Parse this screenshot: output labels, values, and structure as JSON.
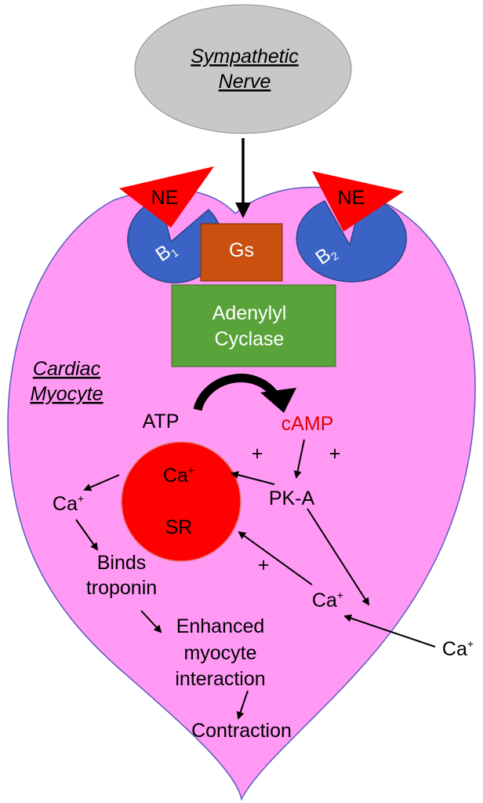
{
  "colors": {
    "heart": "#ff99f4",
    "heart_stroke": "#5b5bbf",
    "nerve": "#c8c8c8",
    "receptor": "#3b63c6",
    "ligand": "#ff0000",
    "gs": "#c9500f",
    "adenylyl": "#5aa33a",
    "sr": "#ff0000",
    "camp_text": "#e00000"
  },
  "nerve": {
    "line1": "Sympathetic",
    "line2": "Nerve"
  },
  "receptors": {
    "b1": {
      "label": "B",
      "sub": "1"
    },
    "b2": {
      "label": "B",
      "sub": "2"
    }
  },
  "ligand_label": "NE",
  "gs_label": "Gs",
  "adenylyl": {
    "line1": "Adenylyl",
    "line2": "Cyclase"
  },
  "cell_label": {
    "line1": "Cardiac",
    "line2": "Myocyte"
  },
  "atp": "ATP",
  "camp": "cAMP",
  "pka": "PK-A",
  "plus": "+",
  "sr": {
    "ion": "Ca",
    "label": "SR"
  },
  "ca_ion": {
    "symbol": "Ca",
    "charge": "+"
  },
  "binds": {
    "line1": "Binds",
    "line2": "troponin"
  },
  "enhanced": {
    "line1": "Enhanced",
    "line2": "myocyte",
    "line3": "interaction"
  },
  "contraction": "Contraction"
}
